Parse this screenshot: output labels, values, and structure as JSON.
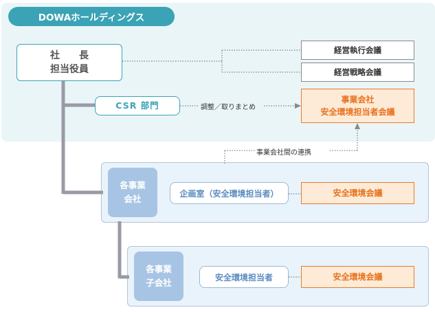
{
  "header": {
    "company": "DOWAホールディングス"
  },
  "nodes": {
    "president": {
      "line1": "社　　長",
      "line2": "担当役員"
    },
    "executive_committee": "経営執行会議",
    "strategy_committee": "経営戦略会議",
    "csr_dept": "CSR 部門",
    "group_committee": {
      "line1": "事業会社",
      "line2": "安全環境担当者会議"
    },
    "operating_companies": {
      "line1": "各事業",
      "line2": "会社"
    },
    "planning_office": "企画室（安全環境担当者）",
    "company_safety_meeting": "安全環境会議",
    "subsidiaries": {
      "line1": "各事業",
      "line2": "子会社"
    },
    "subsidiary_officer": "安全環境担当者",
    "subsidiary_safety_meeting": "安全環境会議"
  },
  "edge_labels": {
    "coordination": "調整／取りまとめ",
    "inter_company": "事業会社間の連携"
  },
  "colors": {
    "teal": "#3aa3b5",
    "orange": "#e87a2a",
    "blue": "#a8c4e4",
    "connector_gray": "#9a9aa6"
  }
}
